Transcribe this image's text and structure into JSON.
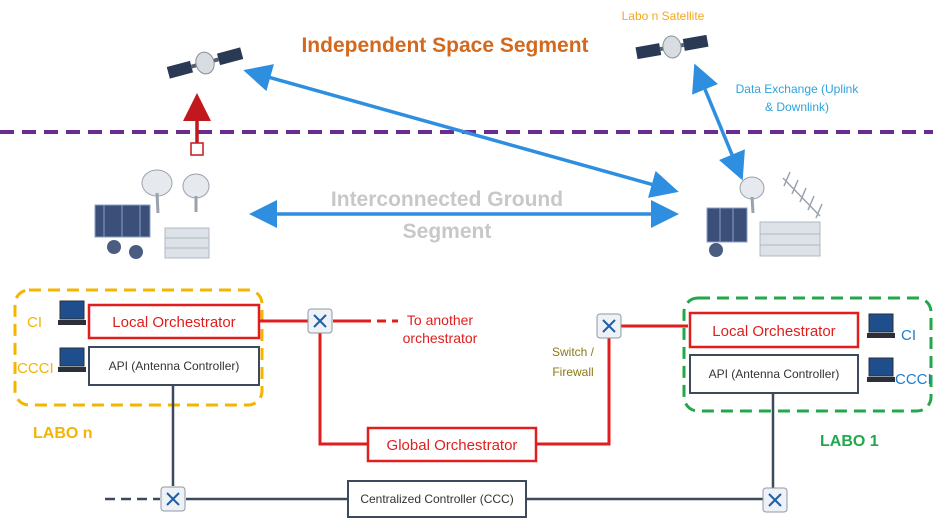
{
  "title_space": "Independent Space Segment",
  "title_ground": [
    "Interconnected Ground",
    "Segment"
  ],
  "satellite_label": "Labo n Satellite",
  "data_exchange": [
    "Data Exchange (Uplink",
    "& Downlink)"
  ],
  "labo_n": {
    "name": "LABO n",
    "local_orchestrator": "Local Orchestrator",
    "api": "API (Antenna Controller)",
    "ci": "CI",
    "ccci": "CCCI"
  },
  "labo_1": {
    "name": "LABO 1",
    "local_orchestrator": "Local Orchestrator",
    "api": "API (Antenna Controller)",
    "ci": "CI",
    "ccci": "CCCI"
  },
  "to_another": [
    "To another",
    "orchestrator"
  ],
  "switch_label": [
    "Switch /",
    "Firewall"
  ],
  "global_orchestrator": "Global Orchestrator",
  "centralized_controller": "Centralized Controller (CCC)",
  "colors": {
    "red": "#e01e1e",
    "blue": "#2e8fe0",
    "purple": "#6a2c91",
    "yellow": "#f4b400",
    "green": "#22a84a",
    "navy": "#3d4a5c"
  }
}
